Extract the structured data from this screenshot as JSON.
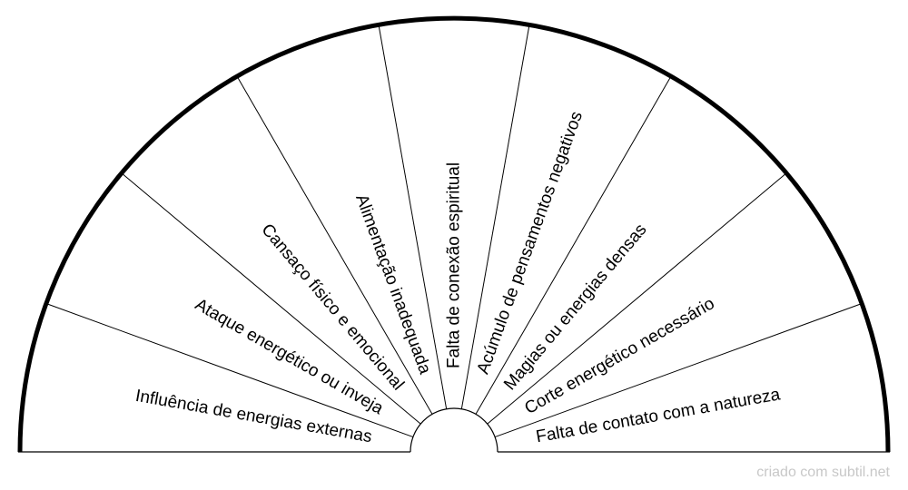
{
  "diagram": {
    "sectors": [
      "Influência de energias externas",
      "Ataque energético ou inveja",
      "Cansaço físico e emocional",
      "Alimentação inadequada",
      "Falta de conexão espiritual",
      "Acúmulo de pensamentos negativos",
      "Magias ou energias densas",
      "Corte energético necessário",
      "Falta de contato com a natureza"
    ]
  },
  "watermark": "criado com subtil.net",
  "colors": {
    "stroke": "#000000",
    "background": "#ffffff",
    "watermark": "#c8c8c8"
  }
}
